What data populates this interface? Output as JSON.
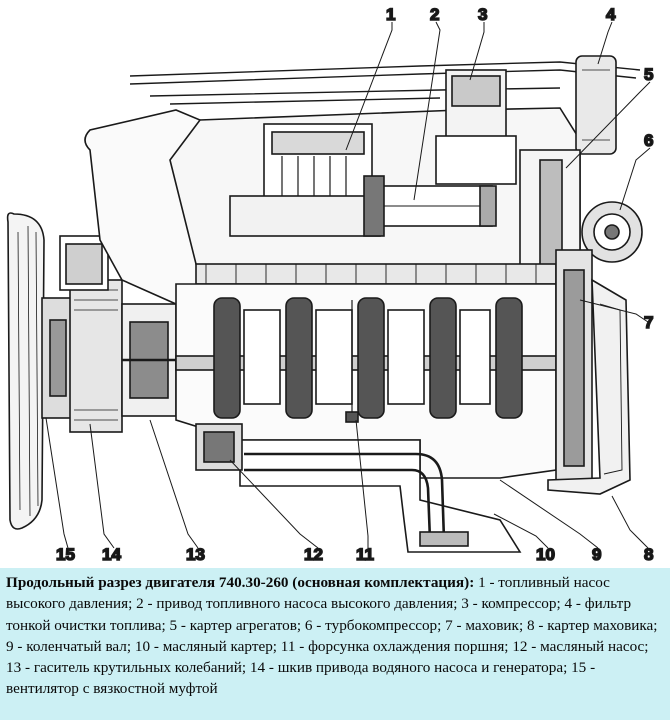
{
  "diagram": {
    "callouts": [
      "1",
      "2",
      "3",
      "4",
      "5",
      "6",
      "7",
      "8",
      "9",
      "10",
      "11",
      "12",
      "13",
      "14",
      "15"
    ]
  },
  "caption": {
    "title": "Продольный разрез двигателя 740.30-260 (основная комплектация):",
    "legend": "1 - топливный насос высокого давления; 2 - привод топливного насоса высокого давления; 3 - компрессор; 4 - фильтр тонкой очистки топлива; 5 - картер агрегатов; 6 - турбокомпрессор; 7 - маховик; 8 - картер маховика; 9 - коленчатый вал; 10 - масляный картер; 11 - форсунка охлаждения поршня; 12 - масляный насос; 13 - гаситель крутильных колебаний; 14 - шкив привода водяного насоса и генератора; 15 - вентилятор с вязкостной муфтой"
  }
}
